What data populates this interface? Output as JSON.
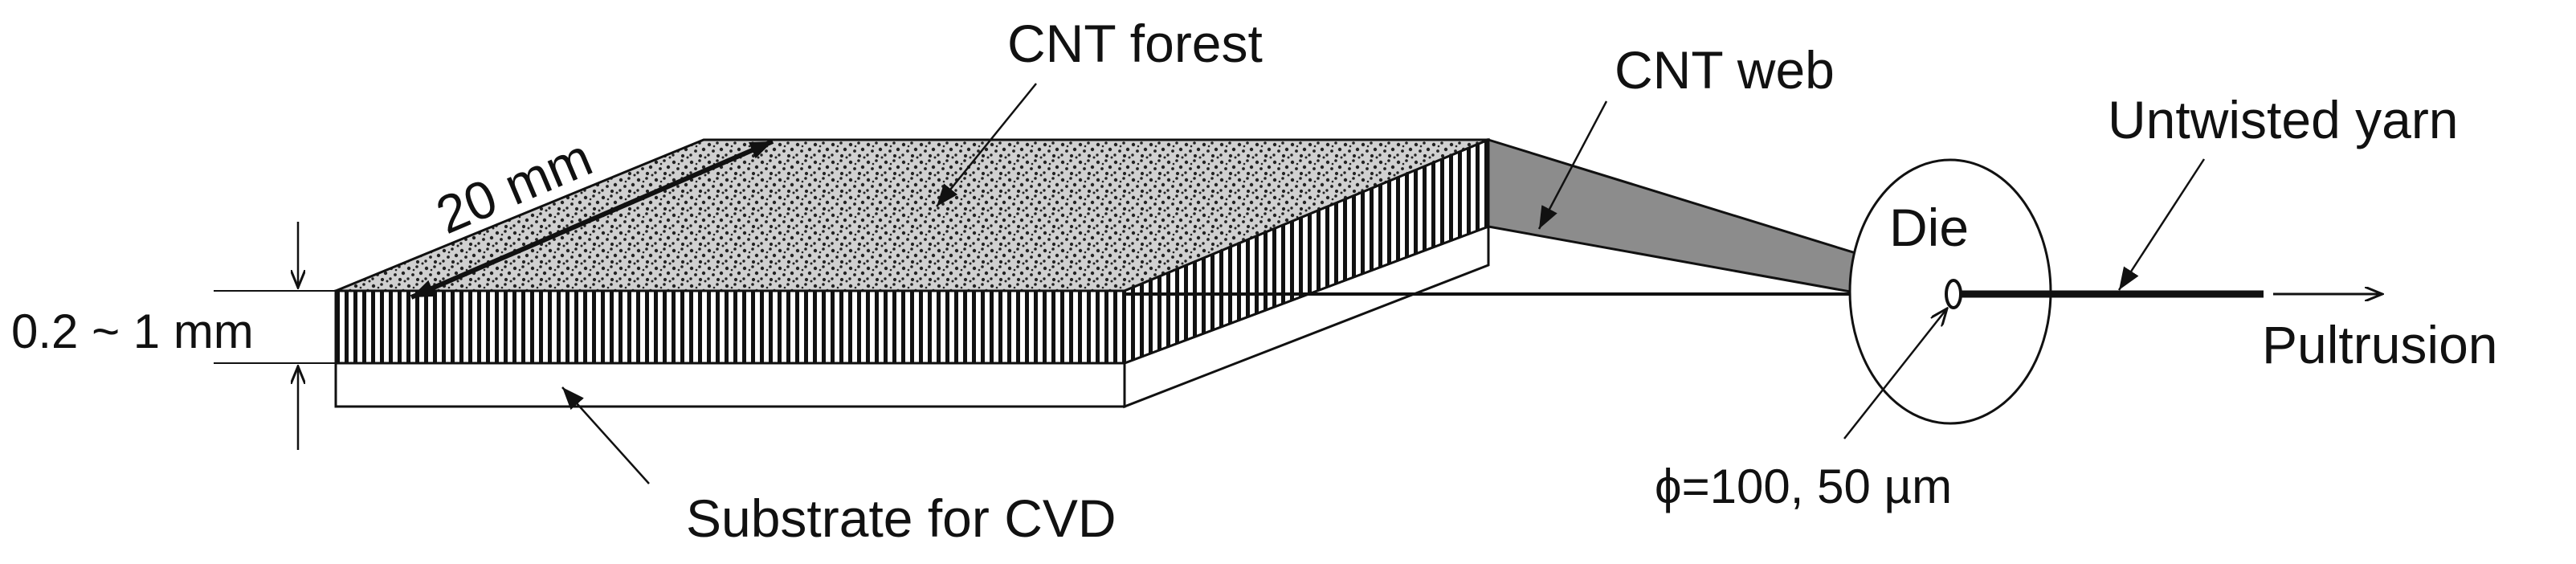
{
  "labels": {
    "cnt_forest": "CNT forest",
    "cnt_web": "CNT web",
    "untwisted_yarn": "Untwisted yarn",
    "die": "Die",
    "pultrusion": "Pultrusion",
    "length": "20 mm",
    "height": "0.2 ~ 1 mm",
    "substrate": "Substrate for CVD",
    "die_diameter": "ϕ=100, 50 µm"
  },
  "colors": {
    "stroke": "#111111",
    "web_fill": "#8c8c8c",
    "forest_top": "#d2d2d2",
    "background": "#ffffff"
  }
}
